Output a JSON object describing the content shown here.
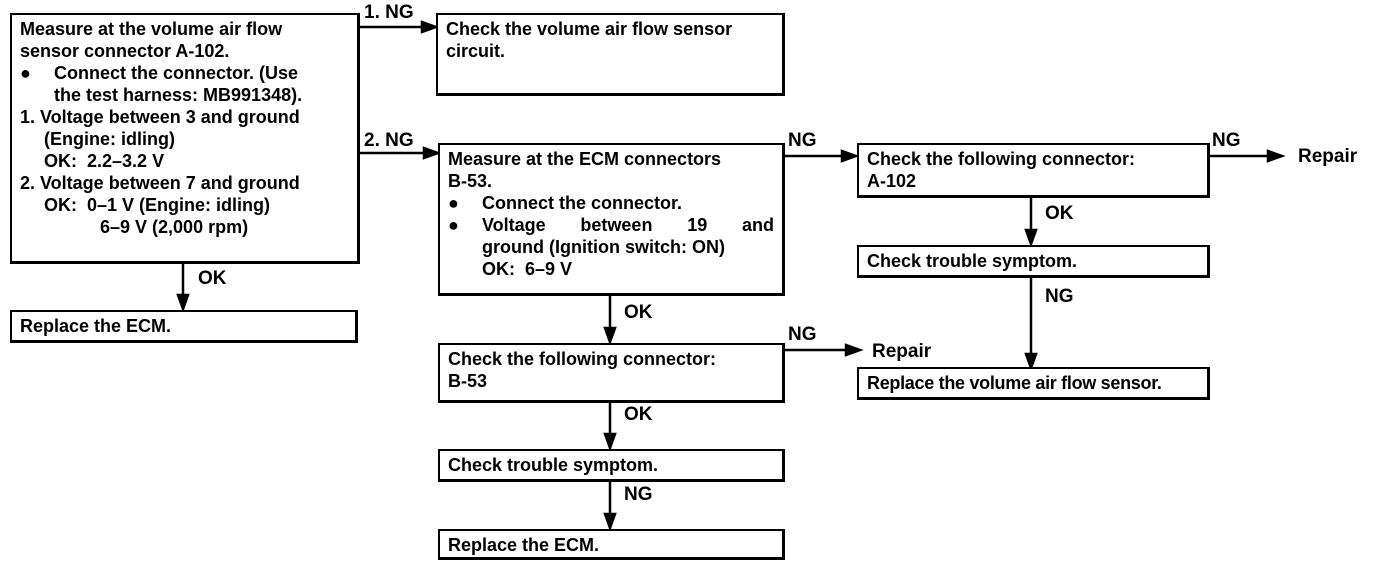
{
  "box1": {
    "l1": "Measure at the volume air flow",
    "l2": "sensor connector A-102.",
    "b1a": "Connect the connector. (Use",
    "b1b": "the test harness: MB991348).",
    "n1a": "1. Voltage between 3 and ground",
    "n1b": "(Engine: idling)",
    "ok1": "OK:",
    "ok1v": "2.2–3.2 V",
    "n2a": "2. Voltage between 7 and ground",
    "ok2": "OK:",
    "ok2v": "0–1 V (Engine: idling)",
    "ok2w": "6–9 V (2,000 rpm)"
  },
  "box2": {
    "l1": "Check the volume air flow sensor",
    "l2": "circuit."
  },
  "box3": {
    "l1a": "Measure at the ECM connectors",
    "l2": "B-53.",
    "b1": "Connect the connector.",
    "b2a": "Voltage",
    "b2b": "between",
    "b2c": "19",
    "b2d": "and",
    "b2e": "ground (Ignition switch: ON)",
    "ok": "OK:",
    "okv": "6–9 V"
  },
  "box4": {
    "l1": "Check the following connector:",
    "l2": "A-102"
  },
  "box5": {
    "l1": "Check trouble symptom."
  },
  "box6": {
    "l1": "Replace the volume air flow sensor."
  },
  "box7": {
    "l1": "Replace the ECM."
  },
  "box8": {
    "l1": "Check the following connector:",
    "l2": "B-53"
  },
  "box9": {
    "l1": "Check trouble symptom."
  },
  "box10": {
    "l1": "Replace the ECM."
  },
  "labels": {
    "ng1": "1. NG",
    "ng2": "2. NG",
    "ok_box1": "OK",
    "ng_b3": "NG",
    "ng_b4": "NG",
    "repair1": "Repair",
    "ok_b4": "OK",
    "ng_b5": "NG",
    "ok_b3": "OK",
    "ng_b8": "NG",
    "repair2": "Repair",
    "ok_b8": "OK",
    "ng_b9": "NG"
  },
  "bullet": "●"
}
